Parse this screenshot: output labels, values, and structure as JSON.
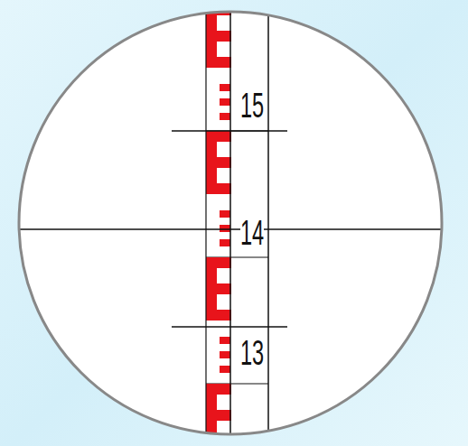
{
  "diagram": {
    "labels": [
      "15",
      "14",
      "13"
    ]
  }
}
